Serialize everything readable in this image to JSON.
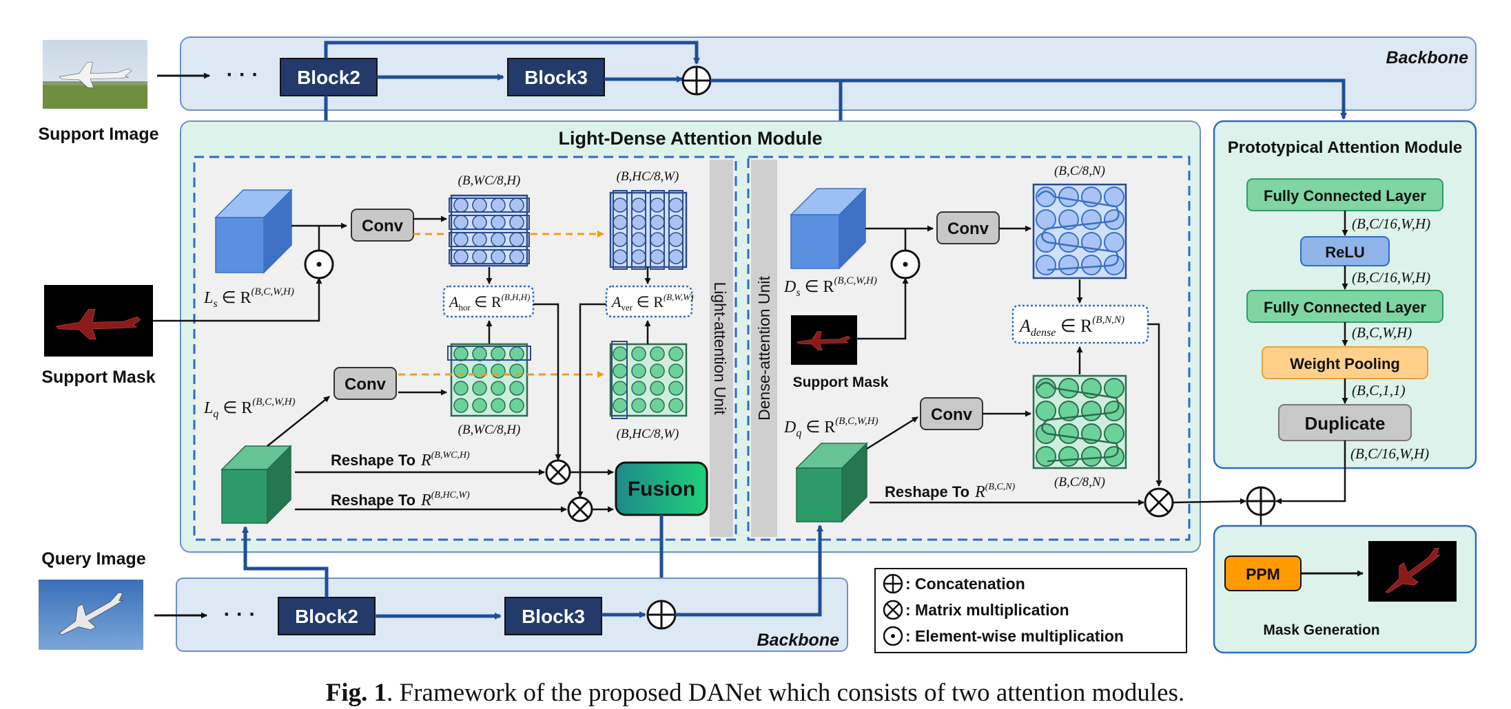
{
  "top_backbone": {
    "label": "Backbone",
    "ellipsis": "· · ·",
    "block2": "Block2",
    "block3": "Block3"
  },
  "bottom_backbone": {
    "label": "Backbone",
    "ellipsis": "· · ·",
    "block2": "Block2",
    "block3": "Block3"
  },
  "inputs": {
    "support_image": "Support Image",
    "support_mask": "Support Mask",
    "query_image": "Query Image"
  },
  "ldam": {
    "title": "Light-Dense Attention Module",
    "light_unit": "Light-attention Unit",
    "dense_unit": "Dense-attention Unit",
    "conv_top": "Conv",
    "conv_bottom": "Conv",
    "ls_label": "L",
    "ls_sub": "s",
    "ls_rel": " ∈ R",
    "ls_sup": "(B,C,W,H)",
    "lq_label": "L",
    "lq_sub": "q",
    "lq_rel": " ∈ R",
    "lq_sup": "(B,C,W,H)",
    "hor_shape": "(B,WC/8,H)",
    "ver_shape": "(B,HC/8,W)",
    "hor_shape_bottom": "(B,WC/8,H)",
    "ver_shape_bottom": "(B,HC/8,W)",
    "a_hor": "A",
    "a_hor_sub": "hor",
    "a_hor_rel": " ∈ R",
    "a_hor_sup": "(B,H,H)",
    "a_ver": "A",
    "a_ver_sub": "ver",
    "a_ver_rel": " ∈ R",
    "a_ver_sup": "(B,W,W)",
    "reshape1": "Reshape To",
    "reshape1_r": "R",
    "reshape1_sup": "(B,WC,H)",
    "reshape2": "Reshape To",
    "reshape2_r": "R",
    "reshape2_sup": "(B,HC,W)",
    "fusion": "Fusion",
    "conv_dense_top": "Conv",
    "conv_dense_bottom": "Conv",
    "ds_label": "D",
    "ds_sub": "s",
    "ds_rel": " ∈ R",
    "ds_sup": "(B,C,W,H)",
    "dq_label": "D",
    "dq_sub": "q",
    "dq_rel": " ∈ R",
    "dq_sup": "(B,C,W,H)",
    "dense_shape_top": "(B,C/8,N)",
    "dense_shape_bottom": "(B,C/8,N)",
    "a_dense": "A",
    "a_dense_sub": "dense",
    "a_dense_rel": " ∈ R",
    "a_dense_sup": "(B,N,N)",
    "support_mask_small": "Support Mask",
    "reshape3": "Reshape To",
    "reshape3_r": "R",
    "reshape3_sup": "(B,C,N)"
  },
  "pam": {
    "title": "Prototypical Attention Module",
    "fc1": "Fully Connected Layer",
    "s1": "(B,C/16,W,H)",
    "relu": "ReLU",
    "s2": "(B,C/16,W,H)",
    "fc2": "Fully Connected Layer",
    "s3": "(B,C,W,H)",
    "wpool": "Weight Pooling",
    "s4": "(B,C,1,1)",
    "dup": "Duplicate",
    "s5": "(B,C/16,W,H)"
  },
  "mask_gen": {
    "ppm": "PPM",
    "label": "Mask Generation"
  },
  "legend": {
    "concat": ": Concatenation",
    "matmul": ": Matrix multiplication",
    "elemwise": ": Element-wise multiplication"
  },
  "caption": {
    "fig": "Fig. 1",
    "text": ". Framework of the proposed DANet which consists of two attention modules."
  },
  "colors": {
    "navy": "#233a6b",
    "blue_line": "#1f4e99",
    "backbone_fill": "#dde8f5",
    "module_fill": "#ddf2ea",
    "fc_green": "#7fd6a3",
    "relu_blue": "#8eb4ea",
    "pool_orange": "#ffd08a",
    "ppm_orange": "#ff9b00",
    "gray_box": "#c8c8c8",
    "cube_blue": "#5b8fe0",
    "cube_green": "#2e9a68",
    "mask_red": "#8b1a1a"
  }
}
